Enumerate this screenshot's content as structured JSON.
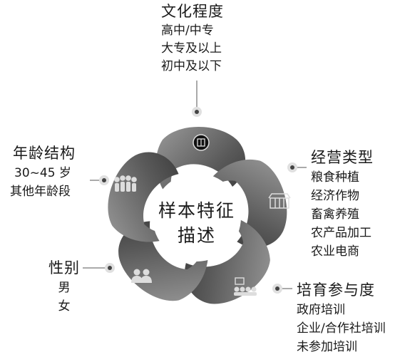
{
  "center": {
    "line1": "样本特征",
    "line2": "描述"
  },
  "categories": [
    {
      "key": "education",
      "heading": "文化程度",
      "items": [
        "高中/中专",
        "大专及以上",
        "初中及以下"
      ],
      "icon": "book-icon"
    },
    {
      "key": "business",
      "heading": "经营类型",
      "items": [
        "粮食种植",
        "经济作物",
        "畜禽养殖",
        "农产品加工",
        "农业电商"
      ],
      "icon": "shop-icon"
    },
    {
      "key": "training",
      "heading": "培育参与度",
      "items": [
        "政府培训",
        "企业/合作社培训",
        "未参加培训"
      ],
      "icon": "classroom-icon"
    },
    {
      "key": "gender",
      "heading": "性别",
      "items": [
        "男",
        "女"
      ],
      "icon": "couple-icon"
    },
    {
      "key": "age",
      "heading": "年龄结构",
      "items": [
        "30~45 岁",
        "其他年龄段"
      ],
      "icon": "group-icon"
    }
  ],
  "colors": {
    "petal_dark": "#3a3a3a",
    "petal_light": "#9a9a9a",
    "text": "#1a1a1a"
  }
}
